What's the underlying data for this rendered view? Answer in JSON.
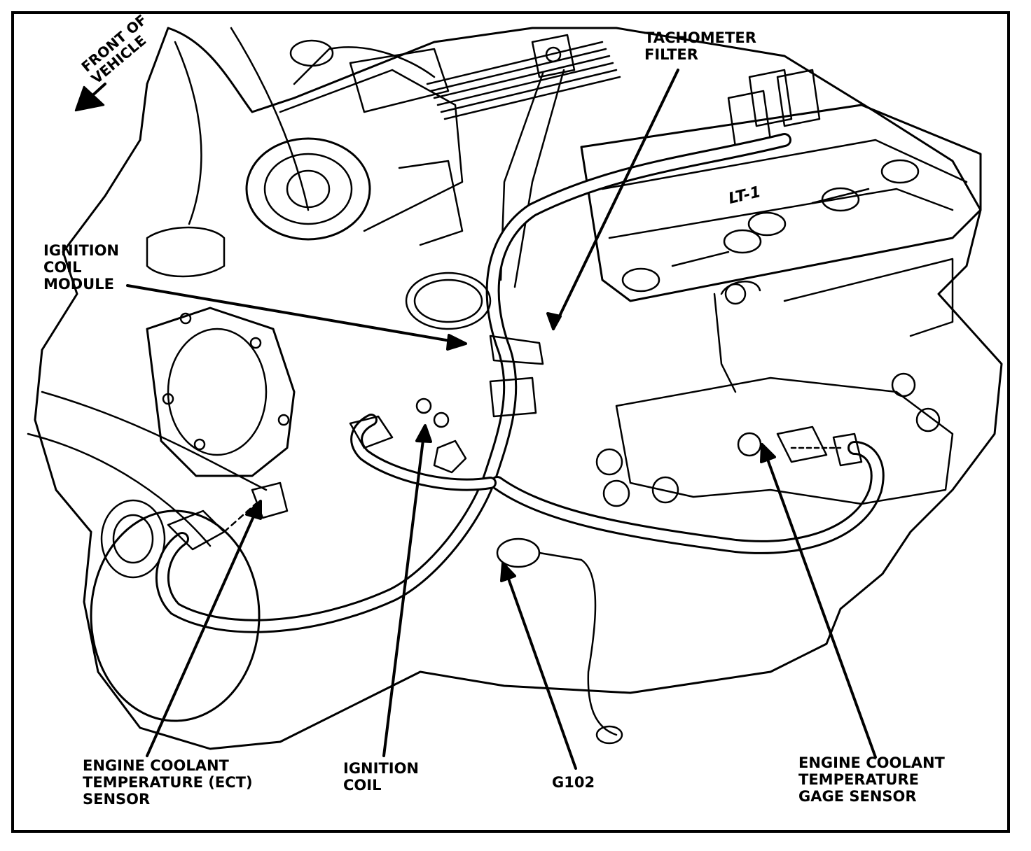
{
  "orientation": {
    "front_of_vehicle": "FRONT OF VEHICLE",
    "engine_badge": "LT-1"
  },
  "callouts": {
    "tachometer_filter": "TACHOMETER\nFILTER",
    "ignition_coil_module": "IGNITION\nCOIL\nMODULE",
    "ect_sensor": "ENGINE COOLANT\nTEMPERATURE (ECT)\nSENSOR",
    "ignition_coil": "IGNITION\nCOIL",
    "ground": "G102",
    "gage_sensor": "ENGINE COOLANT\nTEMPERATURE\nGAGE SENSOR"
  },
  "colors": {
    "line": "#000000",
    "background": "#ffffff"
  }
}
